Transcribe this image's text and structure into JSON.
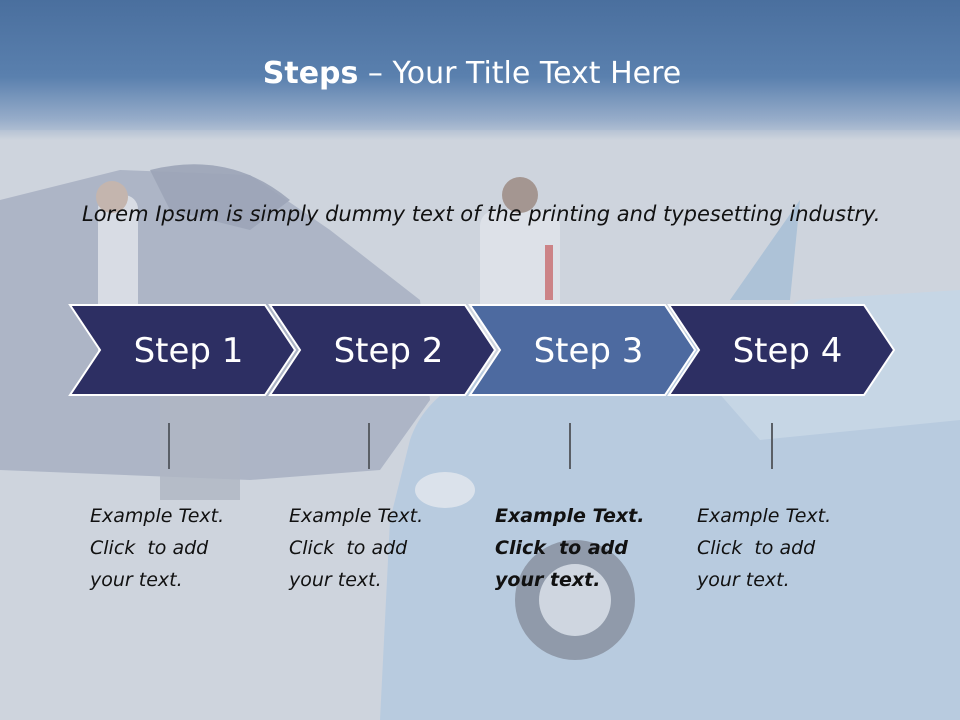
{
  "slide": {
    "title_bold": "Steps",
    "title_rest": " – Your Title Text Here",
    "intro": "Lorem Ipsum is simply dummy text of the printing and typesetting industry.",
    "steps": [
      {
        "label": "Step 1",
        "highlighted": false
      },
      {
        "label": "Step 2",
        "highlighted": false
      },
      {
        "label": "Step 3",
        "highlighted": true
      },
      {
        "label": "Step 4",
        "highlighted": false
      }
    ],
    "notes": [
      {
        "line1": "Example Text.",
        "line2": "Click  to add",
        "line3": "your text.",
        "bold": false
      },
      {
        "line1": "Example Text.",
        "line2": "Click  to add",
        "line3": "your text.",
        "bold": false
      },
      {
        "line1": "Example Text.",
        "line2": "Click  to add",
        "line3": "your text.",
        "bold": true
      },
      {
        "line1": "Example Text.",
        "line2": "Click  to add",
        "line3": "your text.",
        "bold": false
      }
    ],
    "colors": {
      "chevron_dark": "#2d2f63",
      "chevron_highlight": "#4d6aa0",
      "header": "#4a6f9e"
    },
    "background_image": "car-accident-photo"
  }
}
